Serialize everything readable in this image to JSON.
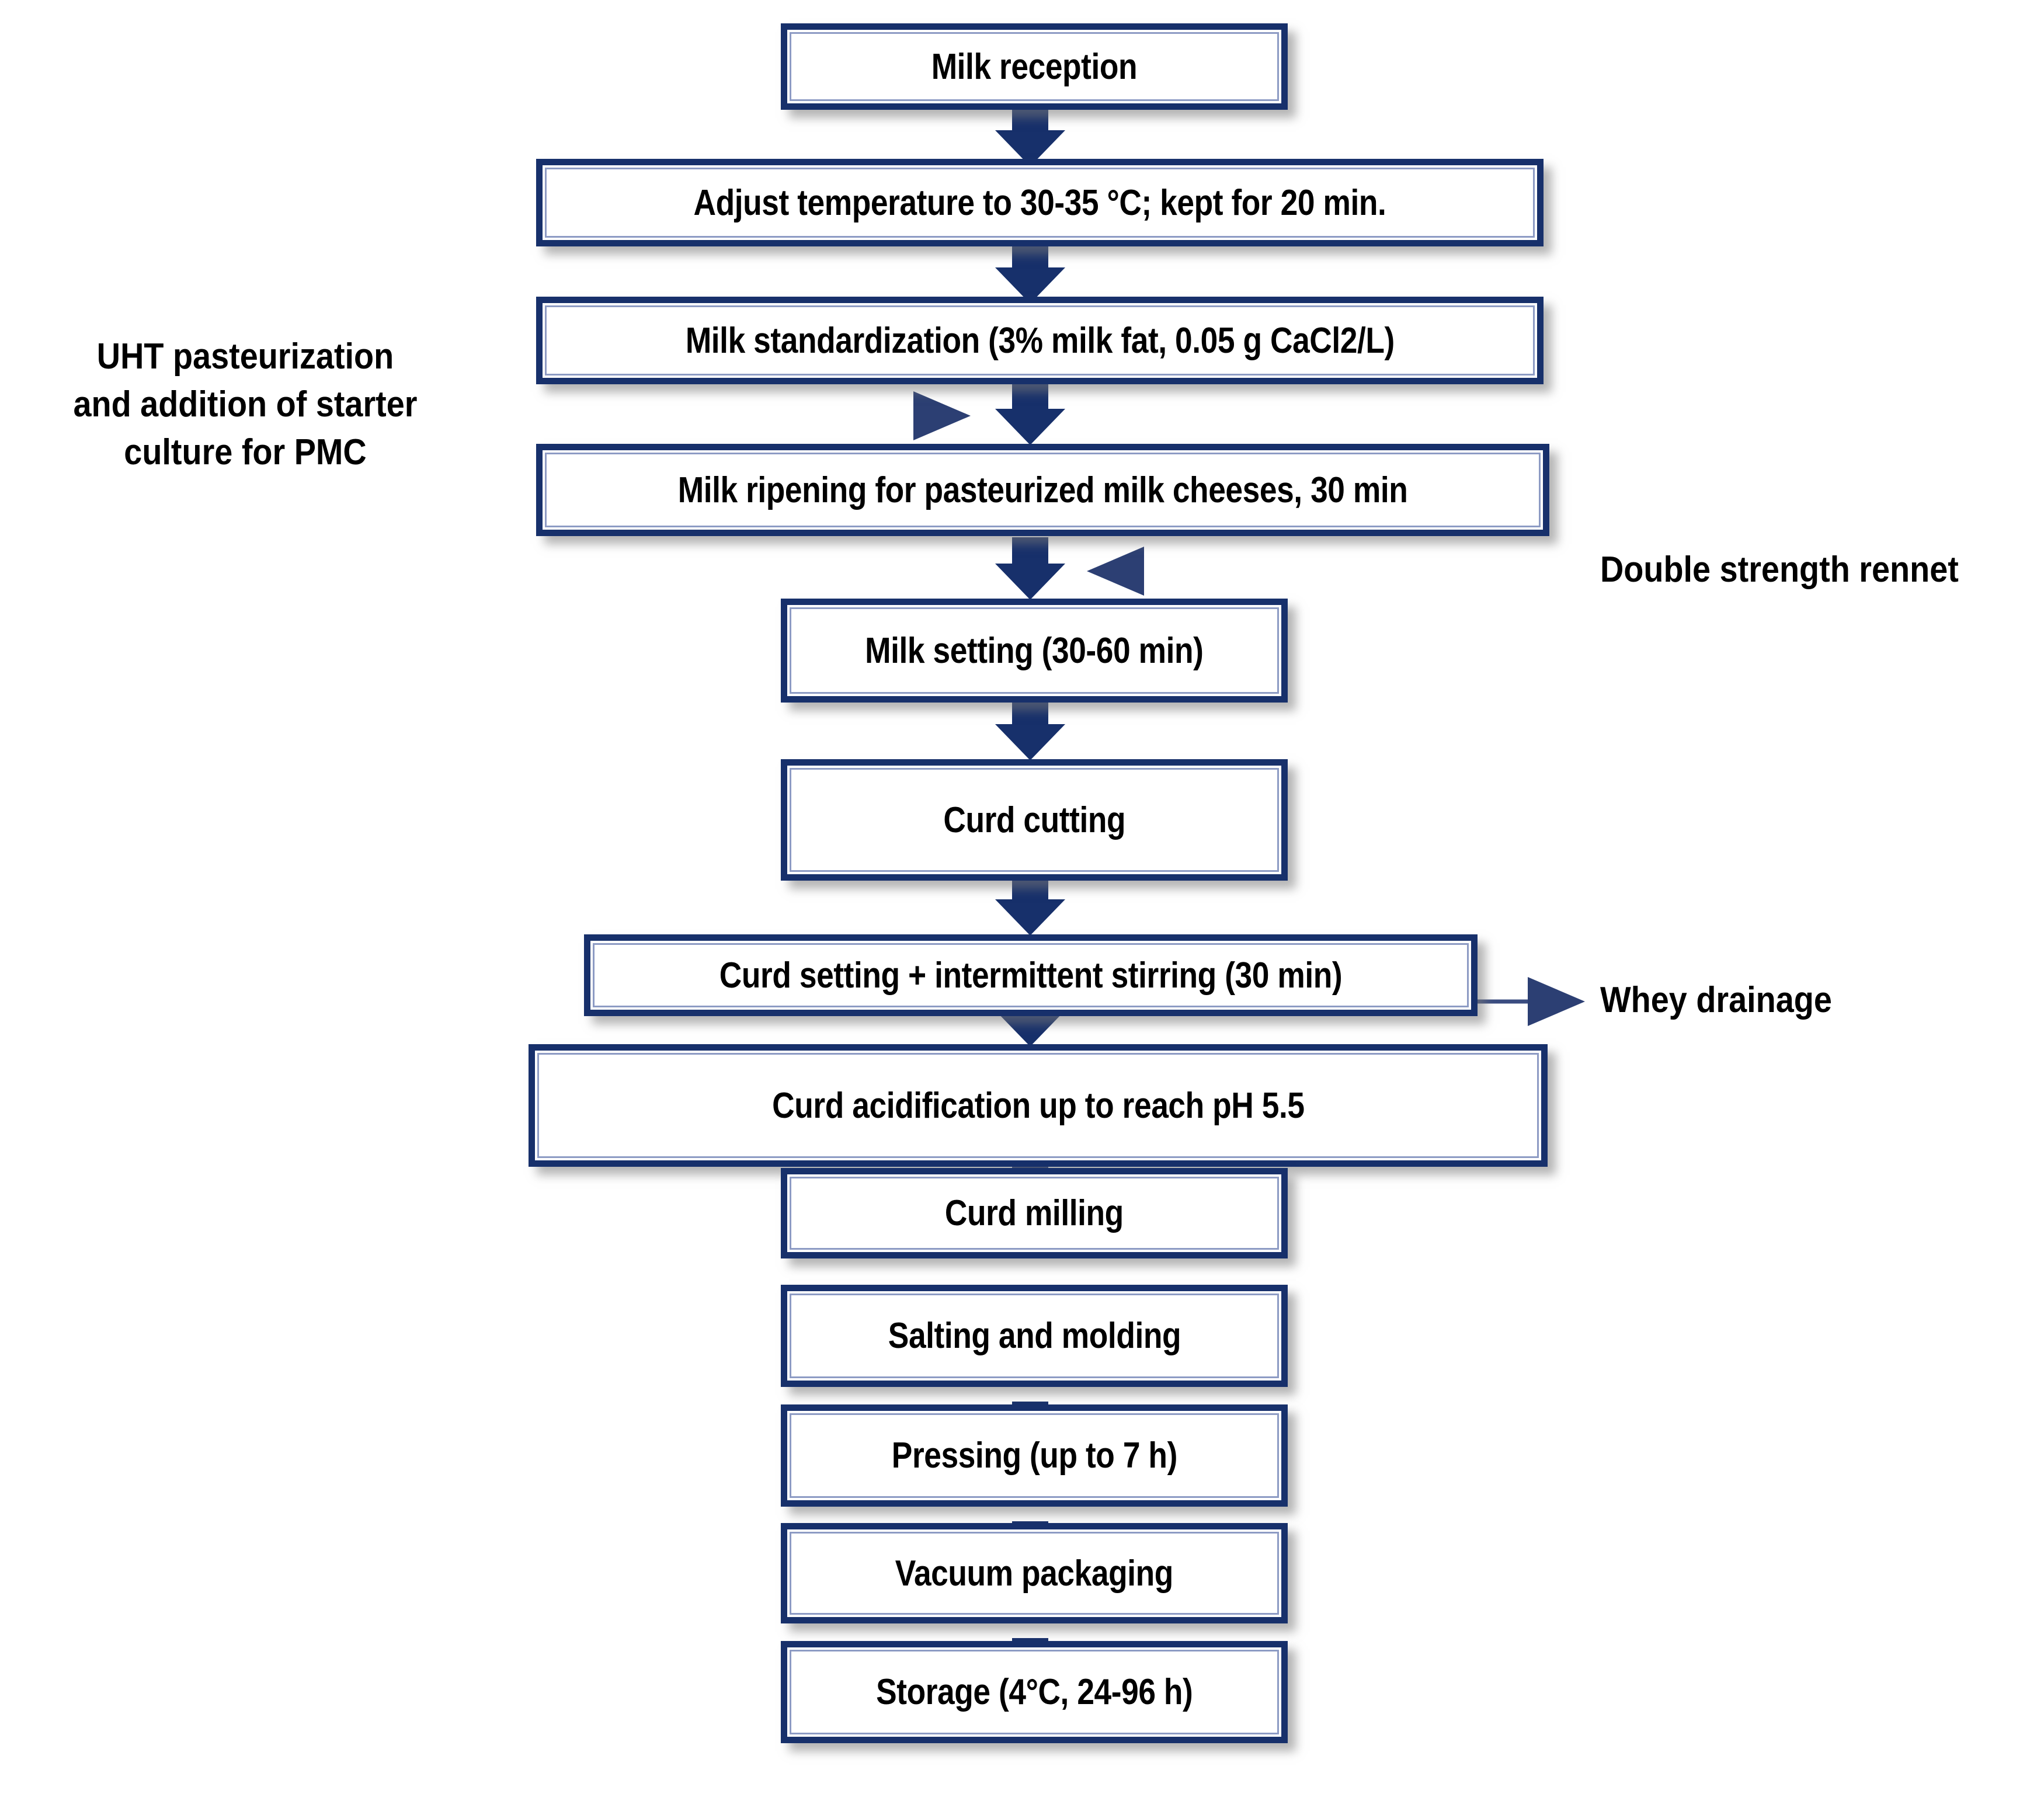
{
  "diagram": {
    "title": "Cheese manufacturing process flow",
    "colors": {
      "box_border": "#17306B",
      "box_fill": "#FFFFFF",
      "arrow": "#17306B",
      "thin_connector": "#3A4C80",
      "text": "#000000",
      "background": "#FFFFFF"
    },
    "nodes": [
      {
        "id": "milk-reception",
        "label": "Milk reception"
      },
      {
        "id": "adjust-temperature",
        "label": "Adjust temperature to 30-35 °C; kept for 20 min."
      },
      {
        "id": "milk-standardization",
        "label": "Milk standardization (3% milk fat, 0.05 g CaCl2/L)"
      },
      {
        "id": "milk-ripening",
        "label": "Milk ripening for pasteurized milk cheeses, 30 min"
      },
      {
        "id": "milk-setting",
        "label": "Milk setting (30-60 min)"
      },
      {
        "id": "curd-cutting",
        "label": "Curd cutting"
      },
      {
        "id": "curd-setting",
        "label": "Curd setting + intermittent stirring (30 min)"
      },
      {
        "id": "curd-acidification",
        "label": "Curd acidification up to reach pH 5.5"
      },
      {
        "id": "curd-milling",
        "label": "Curd milling"
      },
      {
        "id": "salting-molding",
        "label": "Salting and molding"
      },
      {
        "id": "pressing",
        "label": "Pressing (up to 7 h)"
      },
      {
        "id": "vacuum-packaging",
        "label": "Vacuum packaging"
      },
      {
        "id": "storage",
        "label": "Storage (4°C, 24-96 h)"
      }
    ],
    "annotations": [
      {
        "id": "uht-starter",
        "label": "UHT pasteurization\nand addition of  starter\nculture for PMC",
        "direction": "into-flow"
      },
      {
        "id": "double-strength-rennet",
        "label": "Double strength rennet",
        "direction": "into-flow"
      },
      {
        "id": "whey-drainage",
        "label": "Whey drainage",
        "direction": "out-of-flow"
      }
    ]
  }
}
